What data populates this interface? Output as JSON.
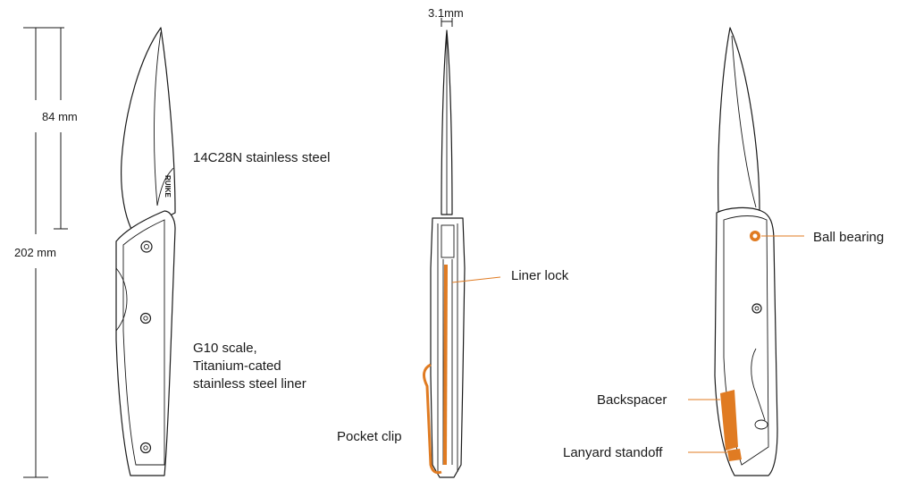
{
  "dimensions": {
    "blade_length": "84 mm",
    "overall_length": "202 mm",
    "blade_thickness": "3.1mm"
  },
  "labels": {
    "steel": "14C28N stainless steel",
    "handle_line1": "G10 scale,",
    "handle_line2": "Titanium-cated",
    "handle_line3": "stainless steel liner",
    "liner_lock": "Liner lock",
    "pocket_clip": "Pocket clip",
    "ball_bearing": "Ball bearing",
    "backspacer": "Backspacer",
    "lanyard_standoff": "Lanyard standoff"
  },
  "blade_mark": "RUIKE",
  "colors": {
    "accent": "#e07b22",
    "ink": "#1a1a1a"
  }
}
